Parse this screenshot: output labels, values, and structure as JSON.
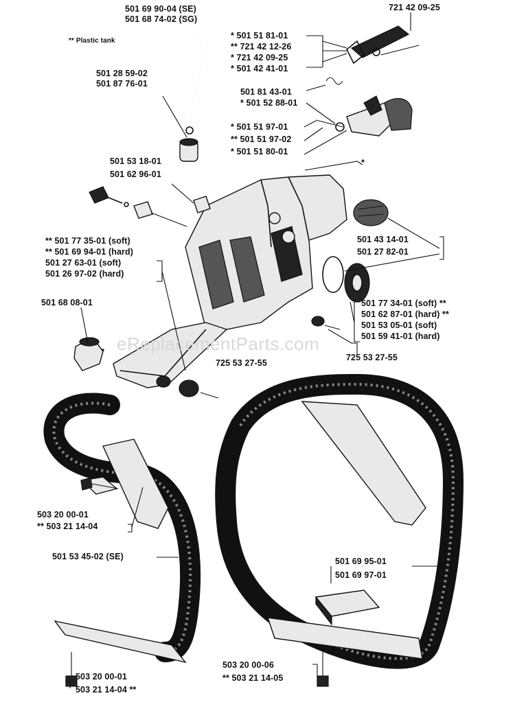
{
  "note": "** Plastic tank",
  "watermark": "eReplacementParts.com",
  "labels": {
    "tank_cap_group": "501 69 90-04 (SE)\n501 68 74-02 (SG)",
    "fuel_hose_group": "501 28 59-02\n501 87 76-01",
    "throttle_top": "721 42 09-25",
    "throttle_group": "* 501 51 81-01\n** 721 42 12-26\n* 721 42 09-25\n* 501 42 41-01",
    "trigger_group": "501 81 43-01\n* 501 52 88-01",
    "rod_group": "* 501 51 97-01\n** 501 51 97-02\n* 501 51 80-01",
    "tank_star": "*",
    "valve_group": "501 53 18-01\n501 62 96-01",
    "rubber_group": "** 501 77 35-01 (soft)\n** 501 69 94-01 (hard)\n501 27 63-01 (soft)\n501 26 97-02 (hard)",
    "cap_oring_group": "501 43 14-01\n501 27 82-01",
    "mount_right_group": "501 77 34-01 (soft) **\n501 62 87-01 (hard) **\n501 53 05-01 (soft)\n501 59 41-01 (hard)",
    "buffer": "501 68 08-01",
    "screw_left": "725 53 27-55",
    "screw_right": "725 53 27-55",
    "bolt_left_group": "503 20 00-01\n** 503 21 14-04",
    "handle_left": "501 53 45-02 (SE)",
    "handle_right_group": "501 69 95-01\n501 69 97-01",
    "bolt_bottom_left_group": "503 20 00-01\n503 21 14-04 **",
    "bolt_bottom_right_group": "503 20 00-06\n** 503 21 14-05"
  }
}
